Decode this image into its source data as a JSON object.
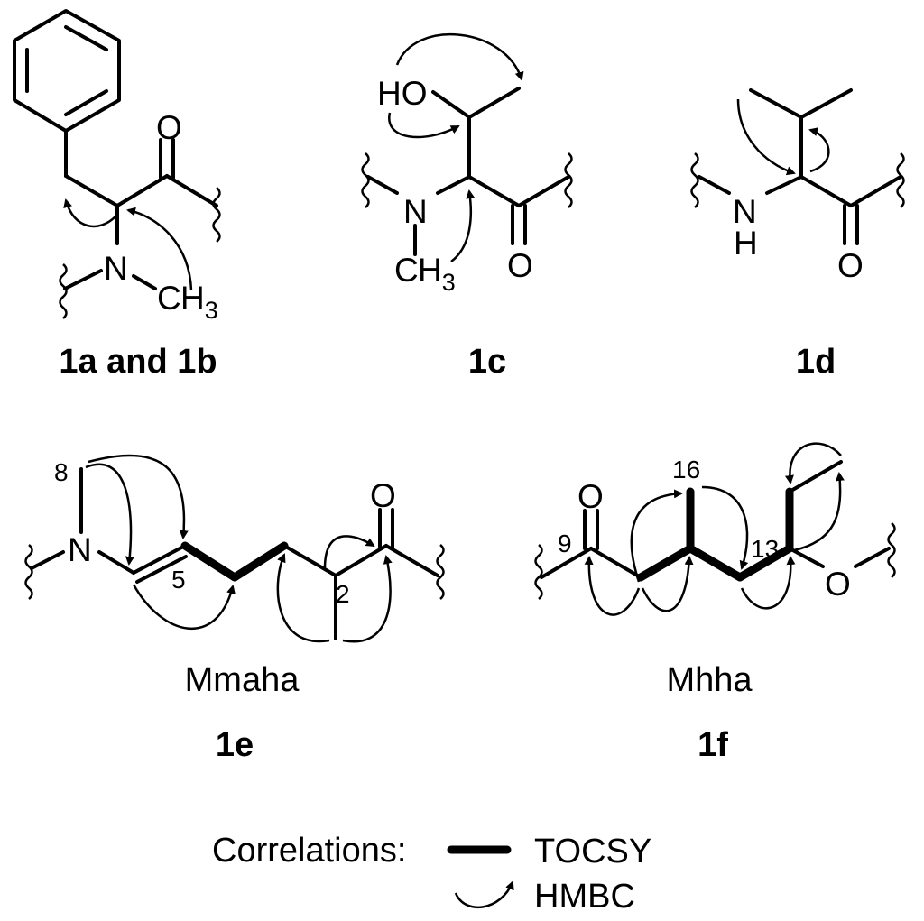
{
  "atoms": {
    "O": "O",
    "N": "N",
    "H": "H",
    "HO": "HO",
    "C": "C",
    "H3": "H3"
  },
  "compounds": {
    "c1ab": "1a and 1b",
    "c1c": "1c",
    "c1d": "1d",
    "c1e": "1e",
    "c1f": "1f"
  },
  "residues": {
    "e": "Mmaha",
    "f": "Mhha"
  },
  "positions": {
    "p8": "8",
    "p5": "5",
    "p2": "2",
    "p16": "16",
    "p9": "9",
    "p13": "13"
  },
  "legend": {
    "title": "Correlations:",
    "tocsy": "TOCSY",
    "hmbc": "HMBC"
  }
}
